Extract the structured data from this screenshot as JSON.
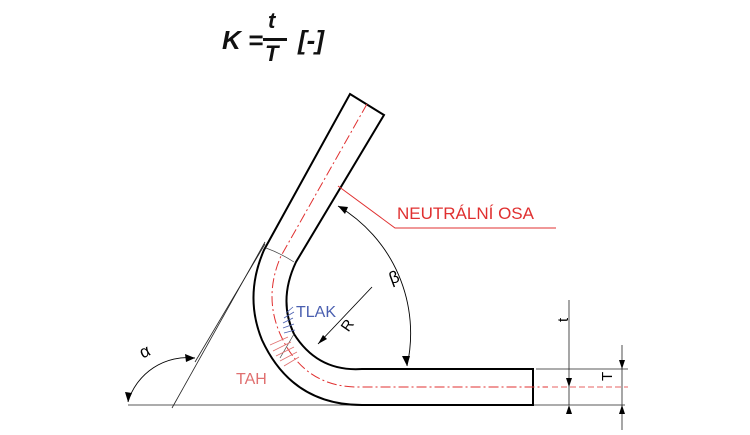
{
  "formula": {
    "lhs": "K =",
    "numerator": "t",
    "denominator": "T",
    "unit": "[-]"
  },
  "labels": {
    "neutral_axis": "NEUTRÁLNÍ OSA",
    "compression": "TLAK",
    "tension": "TAH",
    "alpha": "α",
    "beta": "β",
    "radius": "R",
    "small_t": "t",
    "big_t": "T"
  },
  "colors": {
    "outline": "#000000",
    "neutral_axis": "#e03030",
    "compression": "#4a5fb0",
    "tension": "#e07070"
  }
}
